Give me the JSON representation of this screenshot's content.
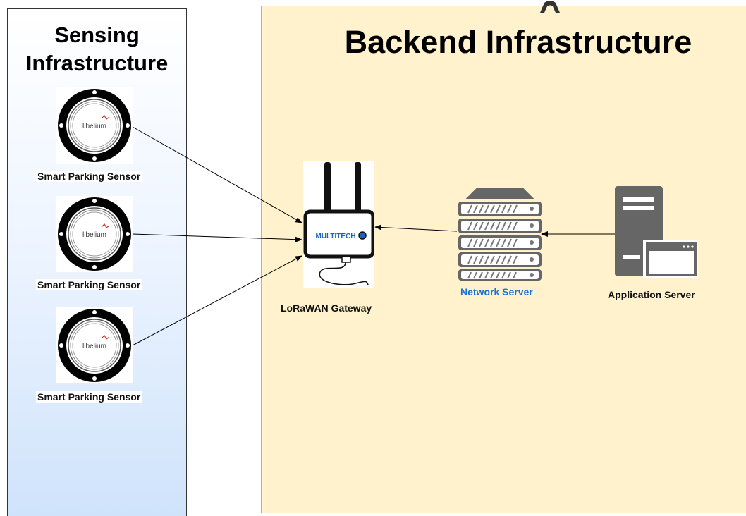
{
  "sensing": {
    "title_line1": "Sensing",
    "title_line2": "Infrastructure",
    "sensors": [
      {
        "brand": "libelium",
        "label": "Smart Parking Sensor"
      },
      {
        "brand": "libelium",
        "label": "Smart Parking Sensor"
      },
      {
        "brand": "libelium",
        "label": "Smart Parking Sensor"
      }
    ]
  },
  "backend": {
    "title": "Backend Infrastructure",
    "gateway": {
      "brand": "MULTITECH",
      "label": "LoRaWAN Gateway"
    },
    "network_server": {
      "label": "Network Server"
    },
    "application_server": {
      "label": "Application Server"
    }
  },
  "colors": {
    "sensing_panel_bottom": "#cfe3fb",
    "backend_panel": "#fff2cc",
    "network_server_label": "#1a6fd6",
    "gateway_brand": "#1565c0"
  }
}
